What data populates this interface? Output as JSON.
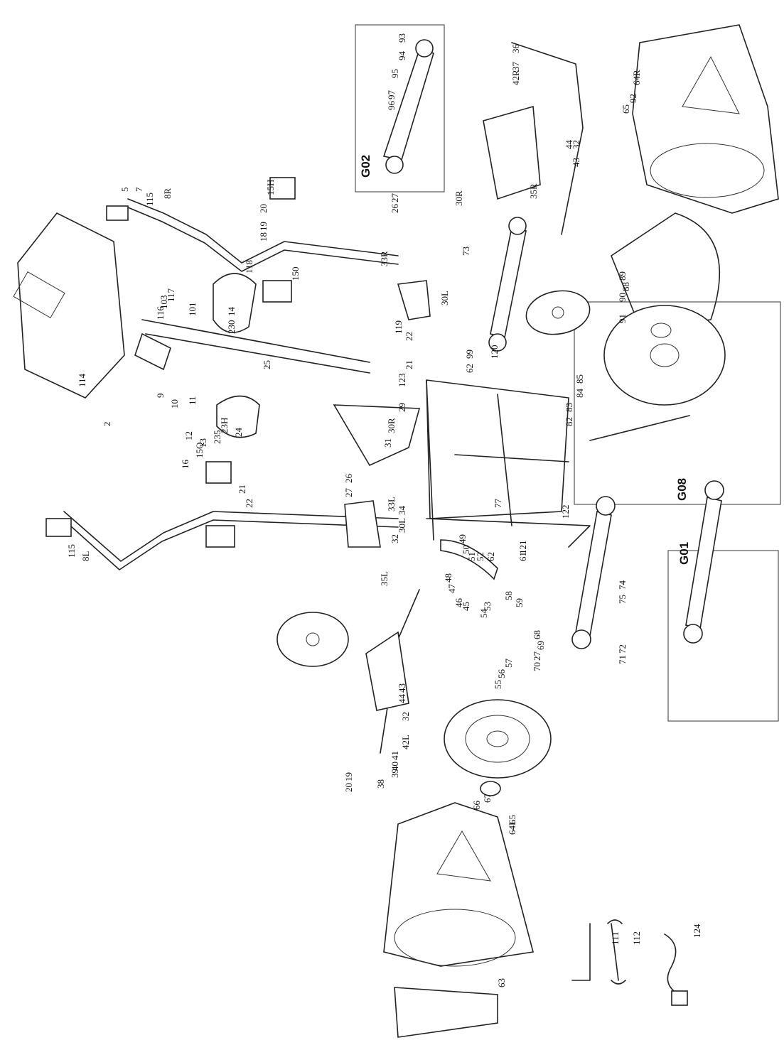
{
  "groups": [
    "G02",
    "G08",
    "G01"
  ],
  "labels": [
    "5",
    "7",
    "115",
    "8R",
    "118",
    "18",
    "19",
    "20",
    "15H",
    "150",
    "33R",
    "26",
    "27",
    "30R",
    "93",
    "94",
    "95",
    "96",
    "97",
    "73",
    "30L",
    "116",
    "103",
    "117",
    "101",
    "230",
    "14",
    "25",
    "114",
    "2",
    "9",
    "10",
    "11",
    "12",
    "13",
    "235",
    "23H",
    "24",
    "42R",
    "37",
    "36",
    "44",
    "32",
    "43",
    "35R",
    "89",
    "90",
    "91",
    "88",
    "65",
    "92",
    "64R",
    "119",
    "22",
    "21",
    "99",
    "62",
    "120",
    "85",
    "84",
    "83",
    "82",
    "115",
    "8L",
    "15Q",
    "16",
    "21",
    "22",
    "26",
    "27",
    "31",
    "30R",
    "29",
    "123",
    "33L",
    "32",
    "30L",
    "34",
    "35L",
    "77",
    "122",
    "49",
    "50",
    "51",
    "52",
    "62",
    "121",
    "61",
    "75",
    "74",
    "59",
    "58",
    "53",
    "54",
    "45",
    "46",
    "47",
    "48",
    "57",
    "56",
    "55",
    "72",
    "71",
    "70",
    "27",
    "69",
    "68",
    "44",
    "43",
    "32",
    "42L",
    "41",
    "40",
    "39",
    "38",
    "20",
    "19",
    "67",
    "66",
    "65",
    "64L",
    "63",
    "111",
    "112",
    "124"
  ]
}
